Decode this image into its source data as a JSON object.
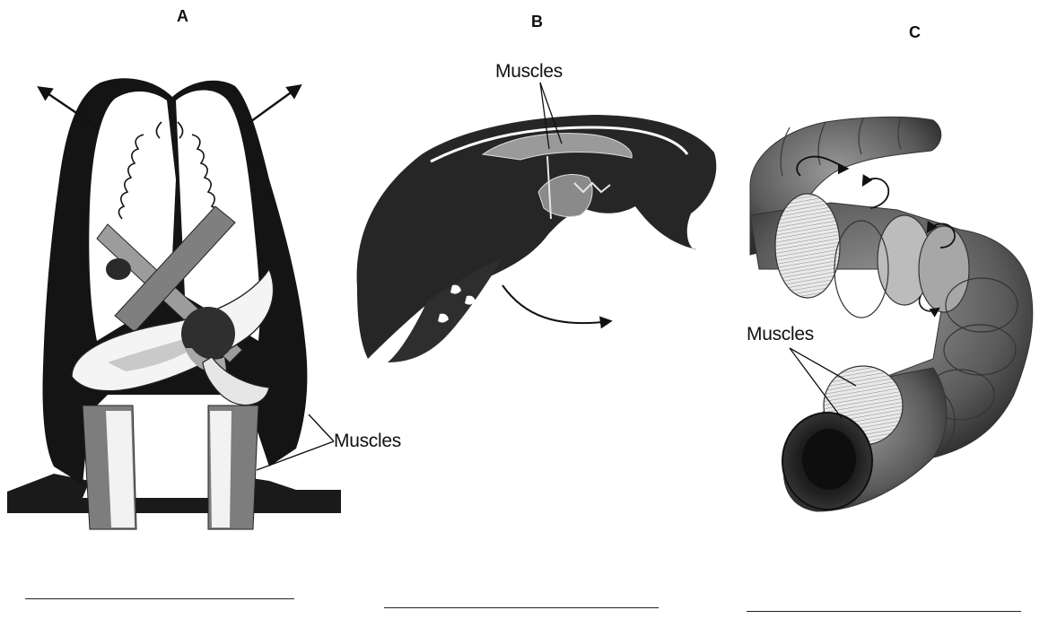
{
  "panels": [
    {
      "letter": "A",
      "label": "Muscles"
    },
    {
      "letter": "B",
      "label": "Muscles"
    },
    {
      "letter": "C",
      "label": "Muscles"
    }
  ],
  "colors": {
    "ink": "#111111",
    "dark_tissue": "#2b2b2b",
    "mid_tissue": "#777777",
    "light_tissue": "#bdbdbd",
    "paper": "#ffffff"
  },
  "icons": [
    "arrow-icon",
    "curved-arrow-icon",
    "twist-arrow-icon"
  ]
}
